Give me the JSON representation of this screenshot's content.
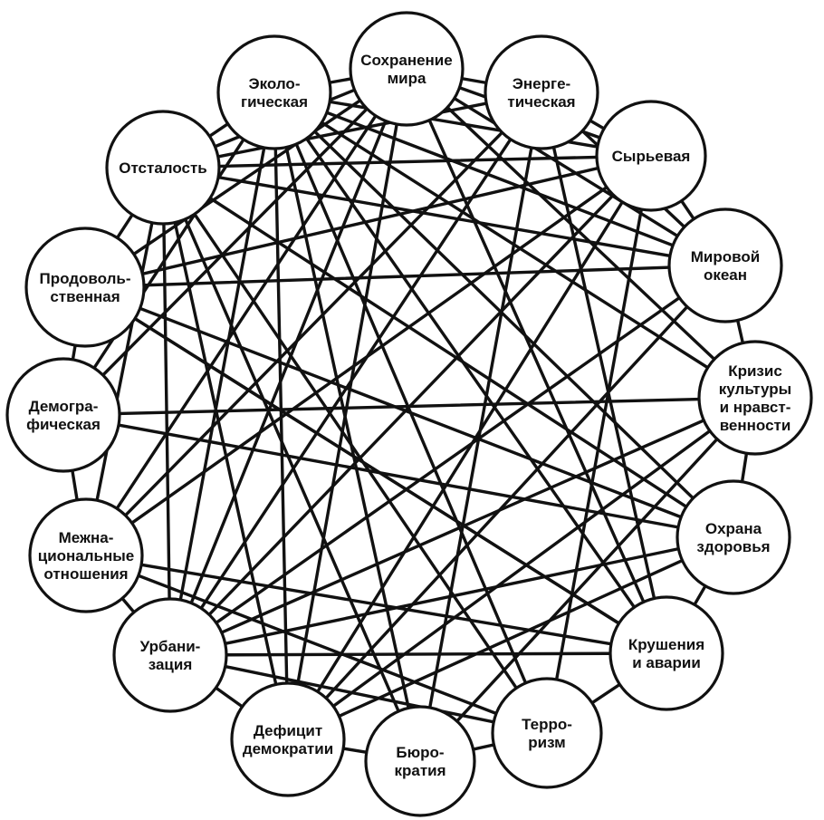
{
  "diagram": {
    "nodes": [
      {
        "id": "peace",
        "lines": [
          "Сохранение",
          "мира"
        ]
      },
      {
        "id": "energy",
        "lines": [
          "Энерге-",
          "тическая"
        ]
      },
      {
        "id": "raw",
        "lines": [
          "Сырьевая"
        ]
      },
      {
        "id": "ocean",
        "lines": [
          "Мировой",
          "океан"
        ]
      },
      {
        "id": "culture",
        "lines": [
          "Кризис",
          "культуры",
          "и нравст-",
          "венности"
        ]
      },
      {
        "id": "health",
        "lines": [
          "Охрана",
          "здоровья"
        ]
      },
      {
        "id": "crashes",
        "lines": [
          "Крушения",
          "и аварии"
        ]
      },
      {
        "id": "terror",
        "lines": [
          "Терро-",
          "ризм"
        ]
      },
      {
        "id": "bureau",
        "lines": [
          "Бюро-",
          "кратия"
        ]
      },
      {
        "id": "democracy",
        "lines": [
          "Дефицит",
          "демократии"
        ]
      },
      {
        "id": "urban",
        "lines": [
          "Урбани-",
          "зация"
        ]
      },
      {
        "id": "ethnic",
        "lines": [
          "Межна-",
          "циональные",
          "отношения"
        ]
      },
      {
        "id": "demography",
        "lines": [
          "Демогра-",
          "фическая"
        ]
      },
      {
        "id": "food",
        "lines": [
          "Продоволь-",
          "ственная"
        ]
      },
      {
        "id": "backward",
        "lines": [
          "Отсталость"
        ]
      },
      {
        "id": "ecology",
        "lines": [
          "Эколо-",
          "гическая"
        ]
      }
    ],
    "edges": [
      [
        "peace",
        "energy"
      ],
      [
        "energy",
        "raw"
      ],
      [
        "raw",
        "ocean"
      ],
      [
        "ocean",
        "culture"
      ],
      [
        "culture",
        "health"
      ],
      [
        "health",
        "crashes"
      ],
      [
        "crashes",
        "terror"
      ],
      [
        "terror",
        "bureau"
      ],
      [
        "bureau",
        "democracy"
      ],
      [
        "democracy",
        "urban"
      ],
      [
        "urban",
        "ethnic"
      ],
      [
        "ethnic",
        "demography"
      ],
      [
        "demography",
        "food"
      ],
      [
        "food",
        "backward"
      ],
      [
        "backward",
        "ecology"
      ],
      [
        "ecology",
        "peace"
      ],
      [
        "peace",
        "backward"
      ],
      [
        "peace",
        "food"
      ],
      [
        "peace",
        "demography"
      ],
      [
        "peace",
        "urban"
      ],
      [
        "peace",
        "democracy"
      ],
      [
        "peace",
        "crashes"
      ],
      [
        "peace",
        "raw"
      ],
      [
        "peace",
        "ocean"
      ],
      [
        "peace",
        "ethnic"
      ],
      [
        "peace",
        "culture"
      ],
      [
        "ecology",
        "raw"
      ],
      [
        "ecology",
        "ocean"
      ],
      [
        "ecology",
        "health"
      ],
      [
        "ecology",
        "crashes"
      ],
      [
        "ecology",
        "terror"
      ],
      [
        "ecology",
        "urban"
      ],
      [
        "ecology",
        "democracy"
      ],
      [
        "ecology",
        "demography"
      ],
      [
        "ecology",
        "culture"
      ],
      [
        "energy",
        "backward"
      ],
      [
        "energy",
        "ethnic"
      ],
      [
        "energy",
        "urban"
      ],
      [
        "energy",
        "crashes"
      ],
      [
        "energy",
        "ocean"
      ],
      [
        "energy",
        "bureau"
      ],
      [
        "backward",
        "raw"
      ],
      [
        "backward",
        "terror"
      ],
      [
        "backward",
        "bureau"
      ],
      [
        "backward",
        "ocean"
      ],
      [
        "backward",
        "health"
      ],
      [
        "raw",
        "food"
      ],
      [
        "raw",
        "urban"
      ],
      [
        "raw",
        "ethnic"
      ],
      [
        "raw",
        "democracy"
      ],
      [
        "raw",
        "terror"
      ],
      [
        "food",
        "ocean"
      ],
      [
        "food",
        "crashes"
      ],
      [
        "food",
        "health"
      ],
      [
        "demography",
        "health"
      ],
      [
        "demography",
        "culture"
      ],
      [
        "ocean",
        "urban"
      ],
      [
        "ocean",
        "democracy"
      ],
      [
        "culture",
        "urban"
      ],
      [
        "culture",
        "bureau"
      ],
      [
        "culture",
        "democracy"
      ],
      [
        "health",
        "urban"
      ],
      [
        "health",
        "democracy"
      ],
      [
        "crashes",
        "urban"
      ],
      [
        "crashes",
        "ethnic"
      ],
      [
        "crashes",
        "food"
      ],
      [
        "ethnic",
        "terror"
      ],
      [
        "ethnic",
        "backward"
      ],
      [
        "terror",
        "urban"
      ],
      [
        "bureau",
        "ecology"
      ],
      [
        "urban",
        "backward"
      ],
      [
        "democracy",
        "backward"
      ]
    ]
  }
}
